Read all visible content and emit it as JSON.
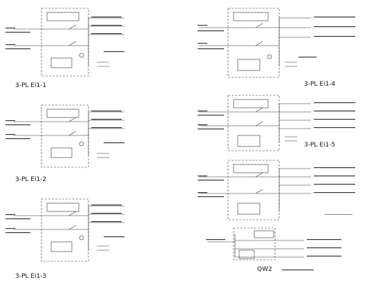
{
  "diagrams": [
    {
      "id": "3-PL-Ei1-1",
      "caption": "3-PL Ei1-1"
    },
    {
      "id": "3-PL-Ei1-2",
      "caption": "3-PL Ei1-2"
    },
    {
      "id": "3-PL-Ei1-3",
      "caption": "3-PL Ei1-3"
    },
    {
      "id": "3-PL-Ei1-4",
      "caption": "3-PL Ei1-4"
    },
    {
      "id": "3-PL-Ei1-5",
      "caption": "3-PL Ei1-5"
    },
    {
      "id": "QW2",
      "caption": "QW2"
    }
  ],
  "colors": {
    "line": "#2b2b2b",
    "dash": "#555555",
    "text": "#111111",
    "background": "#ffffff"
  }
}
